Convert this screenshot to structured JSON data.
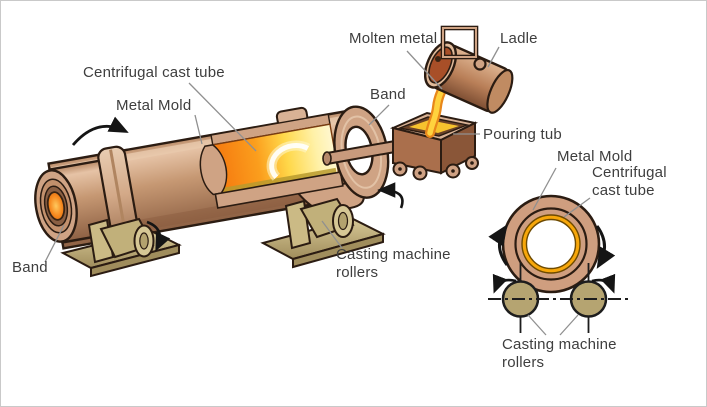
{
  "labels": {
    "centrifugal_cast_tube": "Centrifugal cast tube",
    "metal_mold": "Metal Mold",
    "molten_metal": "Molten metal",
    "ladle": "Ladle",
    "band_top": "Band",
    "pouring_tub": "Pouring tub",
    "casting_machine_rollers": "Casting machine rollers",
    "band_left": "Band",
    "cross_section": {
      "metal_mold": "Metal Mold",
      "centrifugal_cast_tube": "Centrifugal cast tube",
      "casting_machine_rollers": "Casting machine rollers"
    }
  },
  "colors": {
    "background": "#ffffff",
    "frame_border": "#c9c9c9",
    "label_text": "#3e3e3e",
    "leader_line": "#909090",
    "outline": "#2b1c12",
    "mold_body_tan": "#c79873",
    "band_tan": "#d9b295",
    "interior_orange": "#f6811c",
    "molten_yellow": "#ffd84a",
    "stand_khaki": "#cbba85",
    "roller_khaki": "#b5a471",
    "cast_tube_amber": "#f7a70a",
    "tub_brown": "#aa6f4c",
    "ladle_copper": "#b97f58",
    "arrow_black": "#151515"
  }
}
